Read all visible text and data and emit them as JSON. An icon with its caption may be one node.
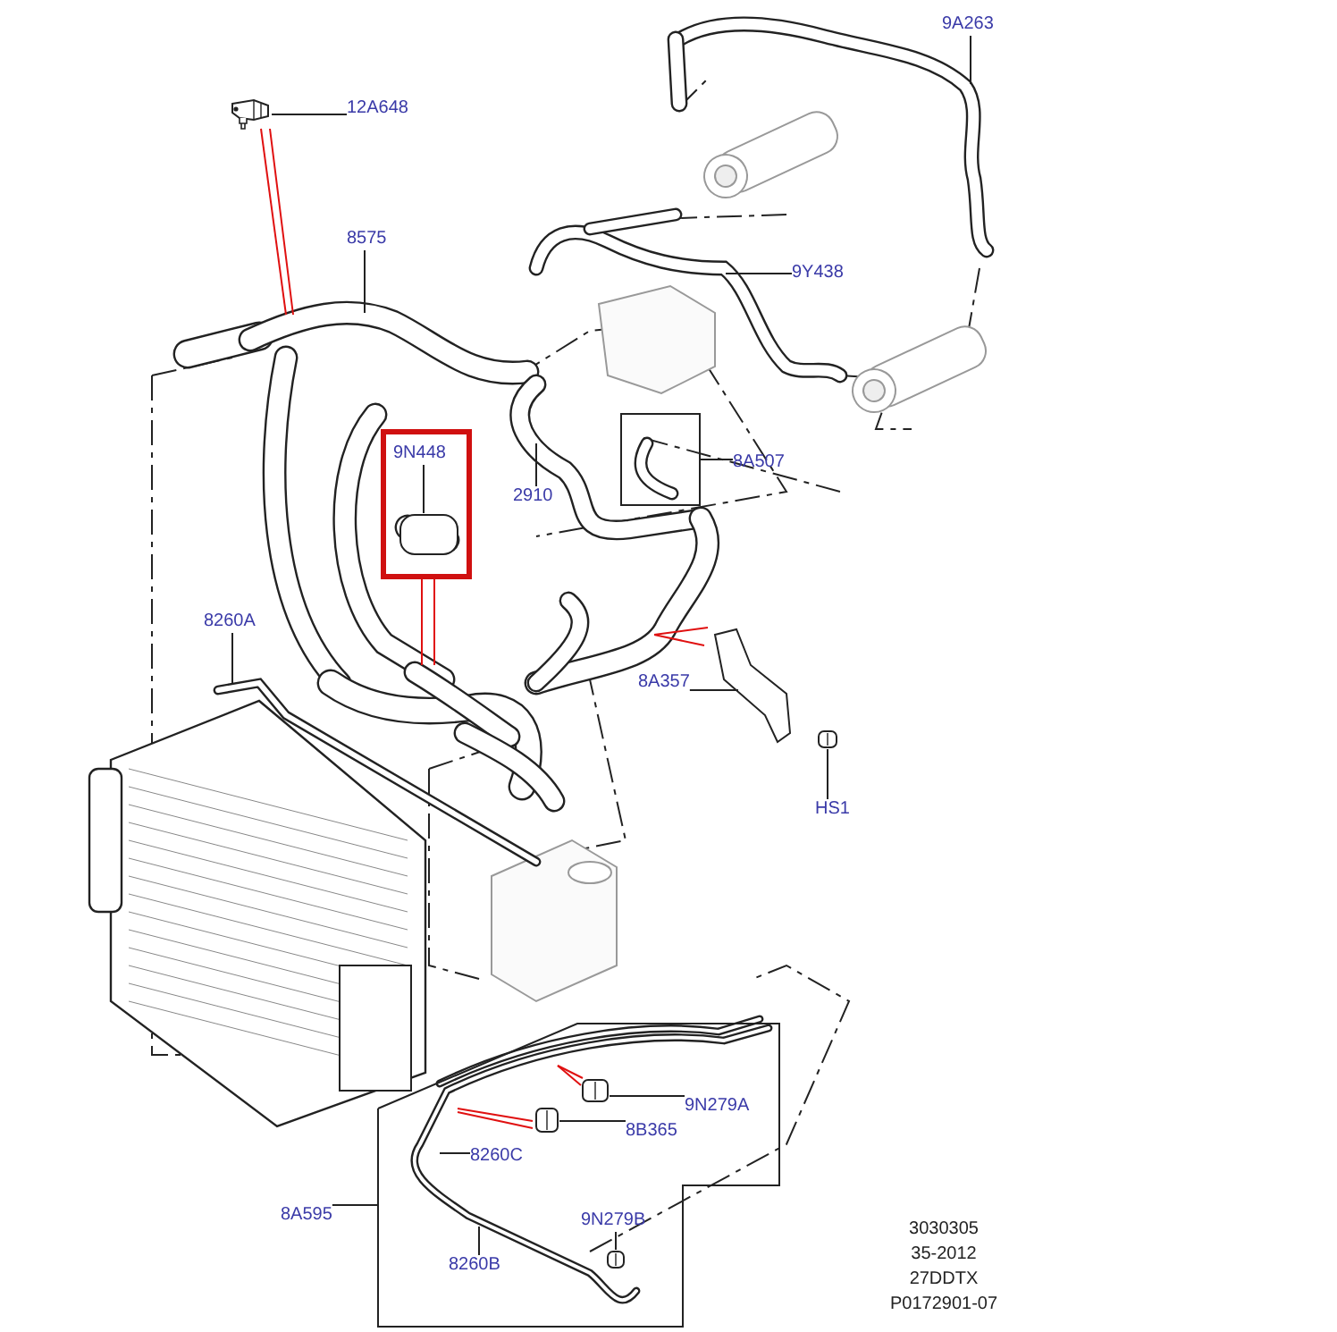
{
  "diagram": {
    "nodes": [
      {
        "text": [
          "12A648"
        ]
      },
      {
        "text": [
          "9A263"
        ]
      },
      {
        "text": [
          "8575"
        ]
      },
      {
        "text": [
          "9Y438"
        ]
      },
      {
        "text": [],
        "shape": "box"
      },
      {
        "text": [
          "9N448"
        ],
        "in": 4
      },
      {
        "text": [
          "2910"
        ]
      },
      {
        "text": [],
        "shape": "box"
      },
      {
        "text": [
          "8A507"
        ]
      },
      {
        "text": [
          "8260A"
        ]
      },
      {
        "text": [
          "8A357"
        ]
      },
      {
        "text": [
          "HS1"
        ]
      },
      {
        "text": [],
        "shape": "box"
      },
      {
        "text": [
          "8A595"
        ]
      },
      {
        "text": [
          "9N279A"
        ],
        "in": 12
      },
      {
        "text": [
          "8B365"
        ],
        "in": 12
      },
      {
        "text": [
          "8260C"
        ],
        "in": 12
      },
      {
        "text": [
          "9N279B"
        ],
        "in": 12
      },
      {
        "text": [
          "8260B"
        ],
        "in": 12
      },
      {
        "text": [],
        "shape": "picture"
      },
      {
        "text": [],
        "shape": "picture"
      },
      {
        "text": [],
        "shape": "picture",
        "in": 12
      },
      {
        "text": [],
        "shape": "picture",
        "in": 12
      },
      {
        "text": [],
        "shape": "picture",
        "in": 12
      }
    ],
    "edges": [
      {
        "from": 0,
        "to": 19,
        "arrow": "none"
      },
      {
        "from": 1,
        "to": null,
        "arrow": "none"
      },
      {
        "from": 2,
        "to": null,
        "arrow": "none"
      },
      {
        "from": 3,
        "to": null,
        "arrow": "none"
      },
      {
        "from": 5,
        "to": null,
        "arrow": "none"
      },
      {
        "from": 4,
        "to": null,
        "arrow": "none",
        "color": "#e01010"
      },
      {
        "from": 4,
        "to": null,
        "arrow": "none",
        "color": "#e01010"
      },
      {
        "from": 6,
        "to": null,
        "arrow": "none"
      },
      {
        "from": 8,
        "to": 7,
        "arrow": "none"
      },
      {
        "from": 9,
        "to": null,
        "arrow": "none"
      },
      {
        "from": 10,
        "to": null,
        "arrow": "none"
      },
      {
        "from": 11,
        "to": 20,
        "arrow": "none"
      },
      {
        "from": 13,
        "to": 12,
        "arrow": "none"
      },
      {
        "from": 14,
        "to": 21,
        "arrow": "none"
      },
      {
        "from": 15,
        "to": 22,
        "arrow": "none"
      },
      {
        "from": 16,
        "to": null,
        "arrow": "none"
      },
      {
        "from": 17,
        "to": 23,
        "arrow": "none"
      },
      {
        "from": 18,
        "to": null,
        "arrow": "none"
      }
    ],
    "labels": [
      "3030305",
      "35-2012",
      "27DDTX",
      "P0172901-07"
    ]
  }
}
